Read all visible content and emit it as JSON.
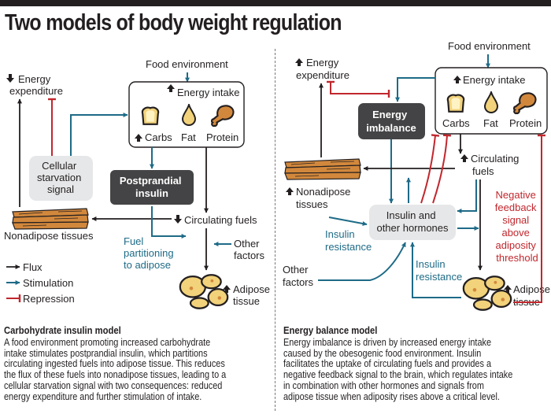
{
  "title": "Two models of body weight regulation",
  "colors": {
    "flux": "#231f20",
    "stimulation": "#1e6b87",
    "repression": "#c1272d",
    "fat_fill": "#f2d27a",
    "tissue_fill": "#d2883c"
  },
  "legend": {
    "flux": "Flux",
    "stimulation": "Stimulation",
    "repression": "Repression"
  },
  "left_model": {
    "food_environment": "Food environment",
    "energy_expenditure": [
      "Energy",
      "expenditure"
    ],
    "energy_intake": "Energy intake",
    "macros": {
      "carbs": "Carbs",
      "fat": "Fat",
      "protein": "Protein"
    },
    "cellular_starvation_signal": [
      "Cellular",
      "starvation",
      "signal"
    ],
    "postprandial_insulin": [
      "Postprandial",
      "insulin"
    ],
    "circulating_fuels": "Circulating fuels",
    "nonadipose_tissues": "Nonadipose tissues",
    "fuel_partitioning": [
      "Fuel",
      "partitioning",
      "to adipose"
    ],
    "other_factors": [
      "Other",
      "factors"
    ],
    "adipose_tissue": [
      "Adipose",
      "tissue"
    ]
  },
  "right_model": {
    "food_environment": "Food environment",
    "energy_expenditure": [
      "Energy",
      "expenditure"
    ],
    "energy_intake": "Energy intake",
    "macros": {
      "carbs": "Carbs",
      "fat": "Fat",
      "protein": "Protein"
    },
    "energy_imbalance": [
      "Energy",
      "imbalance"
    ],
    "circulating_fuels": [
      "Circulating",
      "fuels"
    ],
    "nonadipose_tissues": [
      "Nonadipose",
      "tissues"
    ],
    "insulin_hormones": [
      "Insulin and",
      "other hormones"
    ],
    "insulin_resistance_1": [
      "Insulin",
      "resistance"
    ],
    "insulin_resistance_2": [
      "Insulin",
      "resistance"
    ],
    "other_factors": [
      "Other",
      "factors"
    ],
    "negative_feedback": [
      "Negative",
      "feedback",
      "signal",
      "above",
      "adiposity",
      "threshold"
    ],
    "adipose_tissue": [
      "Adipose",
      "tissue"
    ]
  },
  "captions": {
    "left": {
      "heading": "Carbohydrate insulin model",
      "lines": [
        "A food environment promoting increased carbohydrate",
        "intake stimulates postprandial insulin, which partitions",
        "circulating ingested fuels into adipose tissue. This reduces",
        "the flux of these fuels into nonadipose tissues, leading to a",
        "cellular starvation signal with two consequences: reduced",
        "energy expenditure and further stimulation of intake."
      ]
    },
    "right": {
      "heading": "Energy balance model",
      "lines": [
        "Energy imbalance is driven by increased energy intake",
        "caused by the obesogenic food environment. Insulin",
        "facilitates the uptake of circulating fuels and provides a",
        "negative feedback signal to the brain, which regulates intake",
        "in combination with other hormones and signals from",
        "adipose tissue when adiposity rises above a critical level."
      ]
    }
  }
}
